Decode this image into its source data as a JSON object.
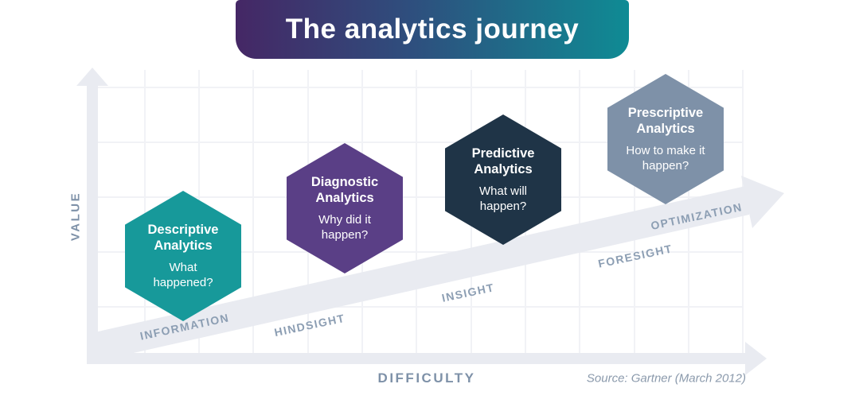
{
  "title": "The analytics journey",
  "banner": {
    "gradient_left": "#452765",
    "gradient_mid": "#2e4f7e",
    "gradient_right": "#0f8b94"
  },
  "axes": {
    "y_label": "VALUE",
    "x_label": "DIFFICULTY"
  },
  "source": "Source: Gartner (March 2012)",
  "hexagons": [
    {
      "title": "Descriptive Analytics",
      "question": "What happened?",
      "color": "#17999a"
    },
    {
      "title": "Diagnostic Analytics",
      "question": "Why did it happen?",
      "color": "#5a3f86"
    },
    {
      "title": "Predictive Analytics",
      "question": "What will happen?",
      "color": "#1f3447"
    },
    {
      "title": "Prescriptive Analytics",
      "question": "How to make it happen?",
      "color": "#7e91a8"
    }
  ],
  "stages": [
    {
      "label": "INFORMATION"
    },
    {
      "label": "HINDSIGHT"
    },
    {
      "label": "INSIGHT"
    },
    {
      "label": "FORESIGHT"
    },
    {
      "label": "OPTIMIZATION"
    }
  ]
}
